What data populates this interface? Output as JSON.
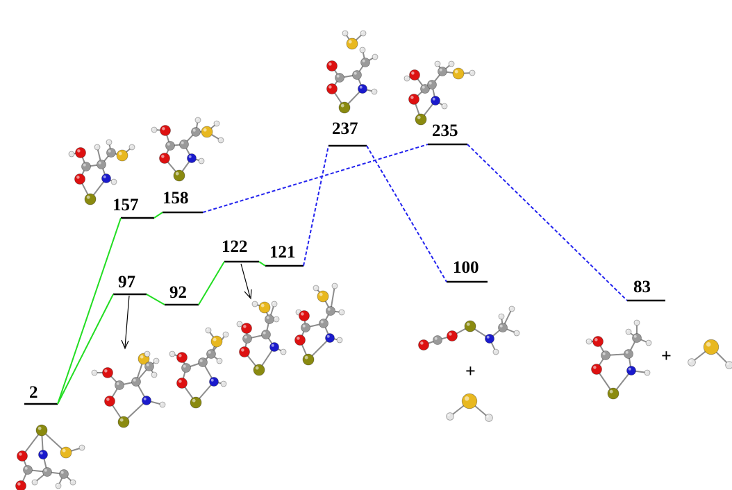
{
  "colors": {
    "level_line": "#000000",
    "path_green": "#22dd22",
    "path_blue": "#2222ee",
    "atom_O": "#dd1111",
    "atom_N": "#1a1acc",
    "atom_S": "#e8b820",
    "atom_S_ring": "#8a8a10",
    "atom_C": "#9a9a9a",
    "atom_H": "#e4e4e4"
  },
  "levels": [
    {
      "id": "L2",
      "label": "2"
    },
    {
      "id": "L157",
      "label": "157"
    },
    {
      "id": "L158",
      "label": "158"
    },
    {
      "id": "L97",
      "label": "97"
    },
    {
      "id": "L92",
      "label": "92"
    },
    {
      "id": "L122",
      "label": "122"
    },
    {
      "id": "L121",
      "label": "121"
    },
    {
      "id": "L237",
      "label": "237"
    },
    {
      "id": "L235",
      "label": "235"
    },
    {
      "id": "L100",
      "label": "100"
    },
    {
      "id": "L83",
      "label": "83"
    }
  ],
  "pathways": [
    {
      "style": "green-solid",
      "sequence": [
        "2",
        "157",
        "158"
      ]
    },
    {
      "style": "blue-dashed",
      "sequence": [
        "158",
        "235",
        "83"
      ]
    },
    {
      "style": "green-solid",
      "sequence": [
        "2",
        "97",
        "92",
        "122",
        "121"
      ]
    },
    {
      "style": "blue-dashed",
      "sequence": [
        "121",
        "237",
        "100"
      ]
    }
  ],
  "plus_signs": [
    "+",
    "+"
  ],
  "molecule_icons": [
    "reactant-complex-icon",
    "intermediate-157-icon",
    "intermediate-158-icon",
    "ts-237-icon",
    "ts-235-icon",
    "intermediate-97-icon",
    "intermediate-92-icon",
    "intermediate-122-icon",
    "intermediate-121-icon",
    "product-100-icon",
    "product-83-icon",
    "h2s-molecule-icon"
  ]
}
